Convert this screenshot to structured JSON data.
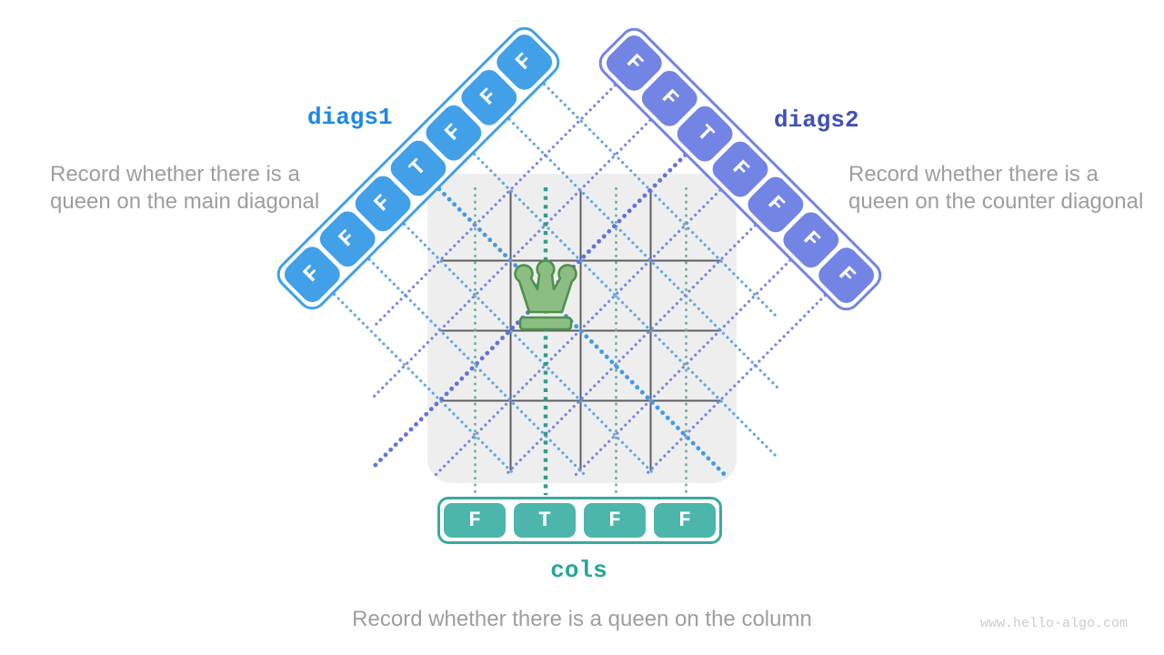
{
  "diags1": {
    "label": "diags1",
    "values": [
      "F",
      "F",
      "F",
      "T",
      "F",
      "F",
      "F"
    ],
    "note": "Record whether there is a queen on the main diagonal",
    "cell_color": "#42a0e8",
    "label_color": "#1e88e5"
  },
  "diags2": {
    "label": "diags2",
    "values": [
      "F",
      "F",
      "T",
      "F",
      "F",
      "F",
      "F"
    ],
    "note": "Record whether there is a queen on the counter diagonal",
    "cell_color": "#7285e4",
    "label_color": "#3f51b5"
  },
  "cols": {
    "label": "cols",
    "values": [
      "F",
      "T",
      "F",
      "F"
    ],
    "note": "Record whether there is a queen on the column",
    "cell_color": "#4cb6ac",
    "label_color": "#26a69a"
  },
  "board": {
    "rows": 4,
    "cols": 4,
    "queen": {
      "row": 1,
      "col": 1
    },
    "board_color": "#eeeeee",
    "grid_color": "#5e5e63",
    "queen_fill": "#8cbe84",
    "queen_stroke": "#4e9249"
  },
  "watermark": "www.hello-algo.com"
}
